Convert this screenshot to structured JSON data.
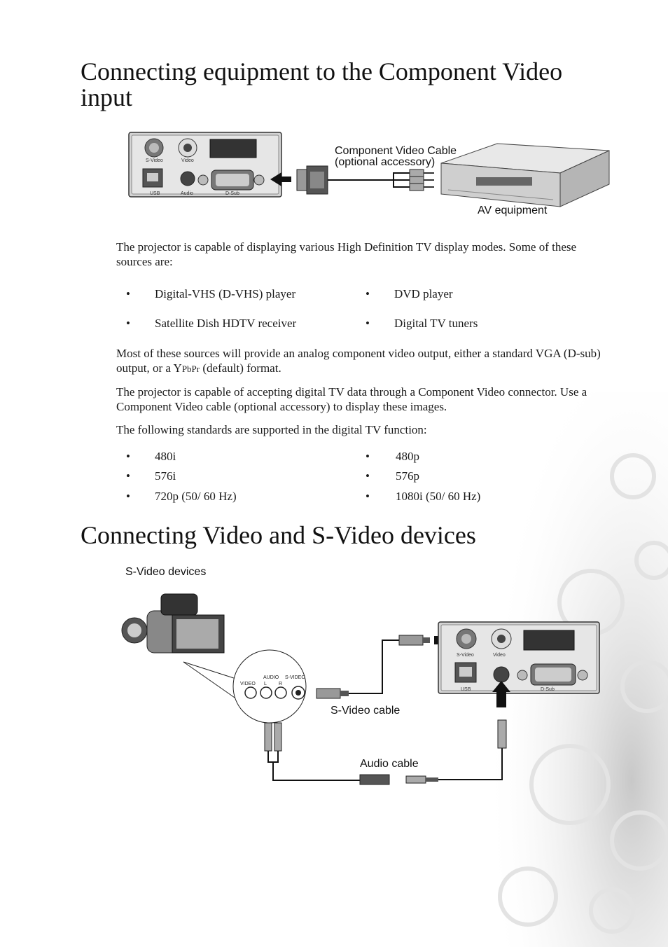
{
  "heading1": "Connecting equipment to the Component Video input",
  "diagram1": {
    "cable_label_1": "Component Video Cable",
    "cable_label_2": "(optional accessory)",
    "device_label": "AV equipment",
    "ports": {
      "svideo": "S-Video",
      "video": "Video",
      "usb": "USB",
      "audio": "Audio",
      "dsub": "D-Sub"
    }
  },
  "intro": "The projector is capable of displaying various High Definition TV display modes. Some of these sources are:",
  "sources": [
    "Digital-VHS (D-VHS) player",
    "DVD player",
    "Satellite Dish HDTV receiver",
    "Digital TV tuners"
  ],
  "para2_a": "Most of these sources will provide an analog component video output, either a standard VGA (D-sub) output, or a Y",
  "para2_pb": "Pb",
  "para2_pr": "Pr",
  "para2_b": " (default) format.",
  "para3": "The projector is capable of accepting digital TV data through a Component Video connector. Use a Component Video cable (optional accessory) to display these images.",
  "para4": "The following standards are supported in the digital TV function:",
  "standards": [
    "480i",
    "480p",
    "576i",
    "576p",
    "720p (50/ 60 Hz)",
    "1080i (50/ 60 Hz)"
  ],
  "heading2": "Connecting Video and S-Video devices",
  "diagram2": {
    "devices_label": "S-Video devices",
    "svideo_cable": "S-Video cable",
    "audio_cable": "Audio cable",
    "cam_ports": {
      "audio": "AUDIO",
      "svideo": "S-VIDEO",
      "video": "VIDEO",
      "l": "L",
      "r": "R"
    },
    "ports": {
      "svideo": "S-Video",
      "video": "Video",
      "usb": "USB",
      "dsub": "D-Sub"
    }
  }
}
